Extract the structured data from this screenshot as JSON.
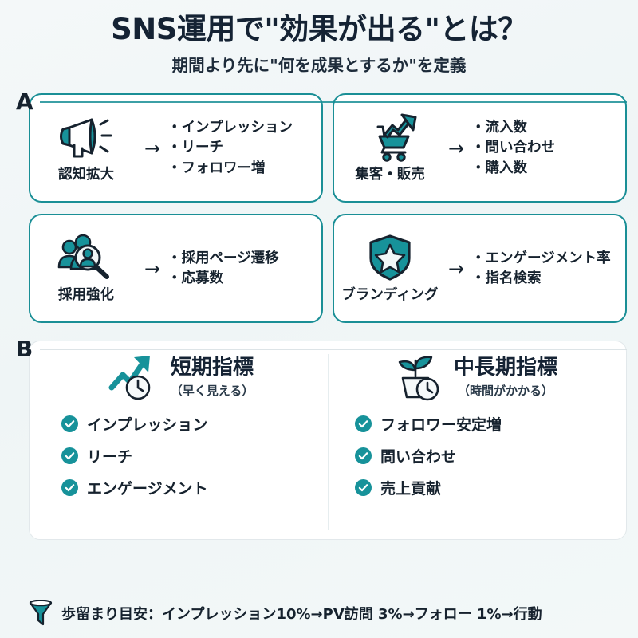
{
  "header": {
    "title": "SNS運用で\"効果が出る\"とは？",
    "subtitle": "期間より先に\"何を成果とするか\"を定義"
  },
  "colors": {
    "teal": "#1a8f96",
    "check_teal": "#17929a",
    "ink": "#16222e",
    "background": "#f2f7f8"
  },
  "sections": {
    "a": {
      "tag": "A",
      "cards": [
        {
          "icon": "megaphone-icon",
          "label": "認知拡大",
          "arrow": "→",
          "bullets": [
            "インプレッション",
            "リーチ",
            "フォロワー増"
          ]
        },
        {
          "icon": "shopping-cart-growth-icon",
          "label": "集客・販売",
          "arrow": "→",
          "bullets": [
            "流入数",
            "問い合わせ",
            "購入数"
          ]
        },
        {
          "icon": "people-search-icon",
          "label": "採用強化",
          "arrow": "→",
          "bullets": [
            "採用ページ遷移",
            "応募数"
          ]
        },
        {
          "icon": "shield-star-icon",
          "label": "ブランディング",
          "arrow": "→",
          "bullets": [
            "エンゲージメント率",
            "指名検索"
          ]
        }
      ]
    },
    "b": {
      "tag": "B",
      "columns": [
        {
          "icon": "trending-up-clock-icon",
          "title": "短期指標",
          "subtitle": "（早く見える）",
          "items": [
            "インプレッション",
            "リーチ",
            "エンゲージメント"
          ]
        },
        {
          "icon": "plant-clock-icon",
          "title": "中長期指標",
          "subtitle": "（時間がかかる）",
          "items": [
            "フォロワー安定増",
            "問い合わせ",
            "売上貢献"
          ]
        }
      ]
    }
  },
  "footer": {
    "icon": "funnel-icon",
    "text": "歩留まり目安：インプレッション10%→PV訪問 3%→フォロー 1%→行動"
  }
}
